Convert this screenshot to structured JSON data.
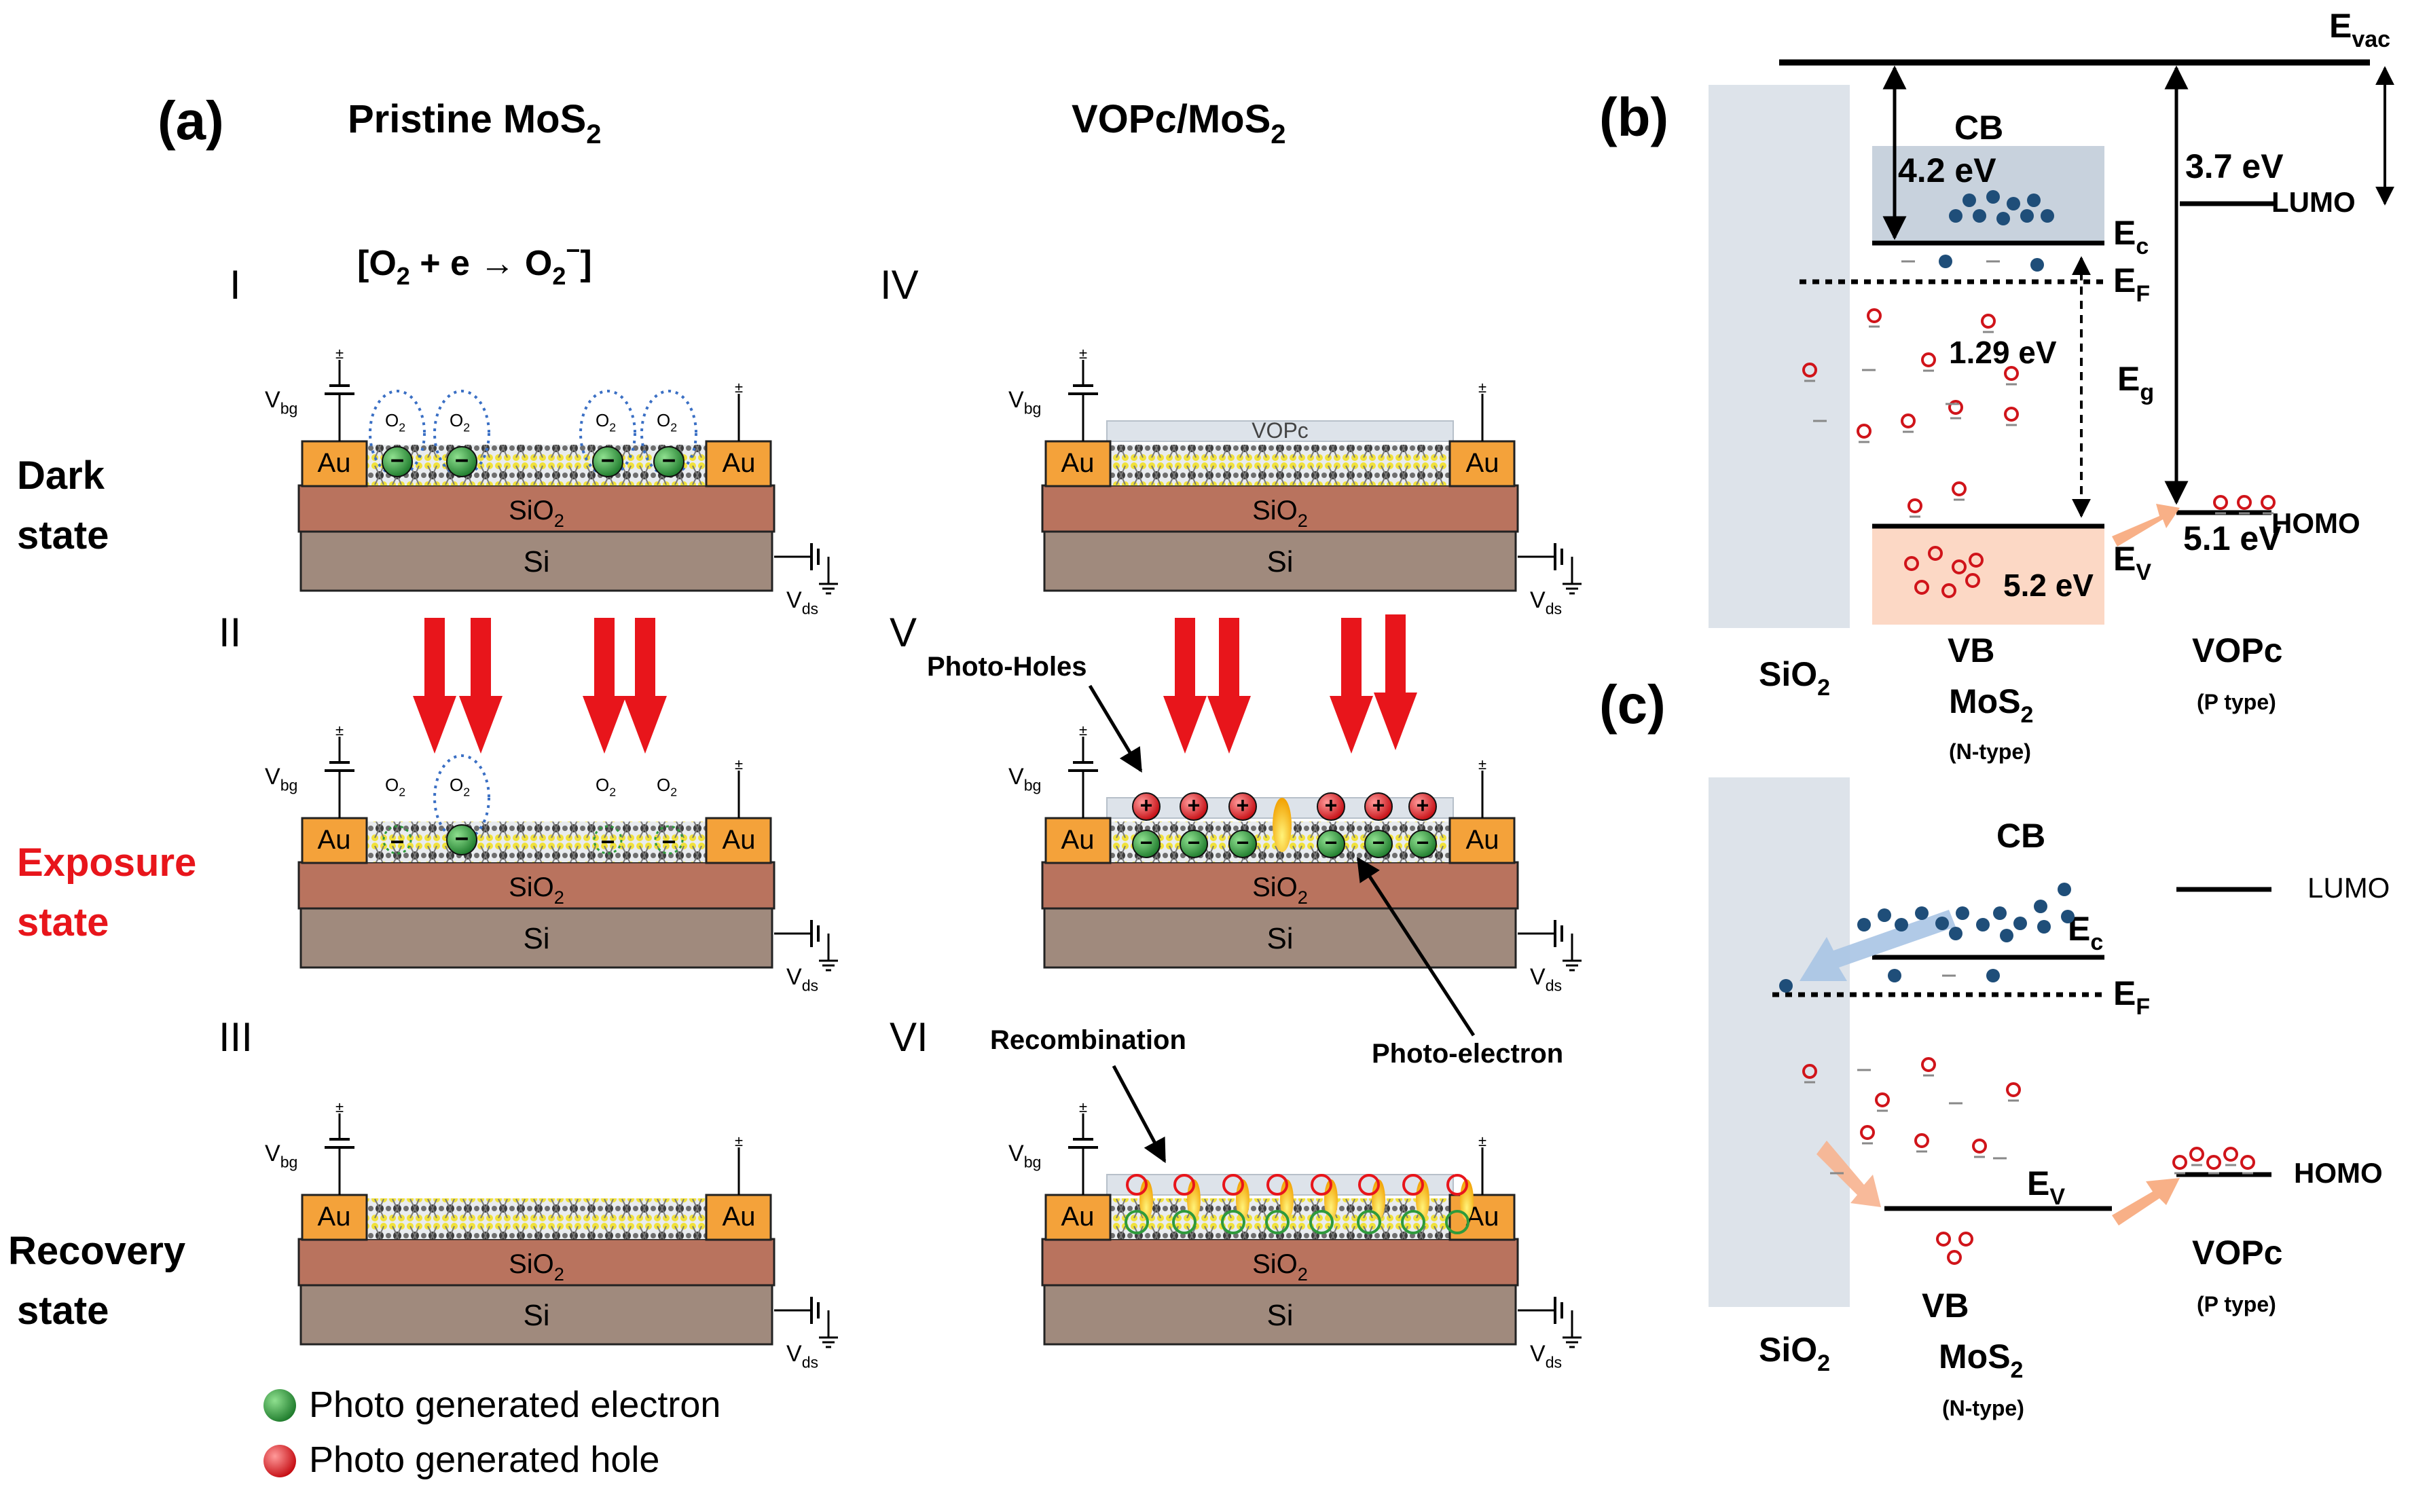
{
  "panel_labels": {
    "a": "(a)",
    "b": "(b)",
    "c": "(c)"
  },
  "column_titles": {
    "pristine": "Pristine MoS",
    "pristine_sub": "2",
    "vopc": "VOPc/MoS",
    "vopc_sub": "2"
  },
  "equation": {
    "open": "[O",
    "sub1": "2",
    "mid": " + e → O",
    "sub2": "2",
    "sup": "−",
    "close": "]"
  },
  "roman": [
    "I",
    "II",
    "III",
    "IV",
    "V",
    "VI"
  ],
  "states": {
    "dark": [
      "Dark",
      "state"
    ],
    "exposure": [
      "Exposure",
      "state"
    ],
    "recovery": [
      "Recovery",
      "state"
    ]
  },
  "device": {
    "au": "Au",
    "sio2": "SiO",
    "sio2_sub": "2",
    "si": "Si",
    "vbg": "V",
    "vbg_sub": "bg",
    "vds": "V",
    "vds_sub": "ds",
    "vopc_layer": "VOPc",
    "o2": "O",
    "o2_sub": "2"
  },
  "annotations": {
    "photo_holes": "Photo-Holes",
    "photo_electron": "Photo-electron",
    "recombination": "Recombination"
  },
  "legend": {
    "electron": "Photo generated electron",
    "hole": "Photo generated hole"
  },
  "band_b": {
    "evac": "E",
    "evac_sub": "vac",
    "cb": "CB",
    "gap_cb": "4.2 eV",
    "ec": "E",
    "ec_sub": "c",
    "ef": "E",
    "ef_sub": "F",
    "bandgap": "1.29 eV",
    "eg": "E",
    "eg_sub": "g",
    "ev": "E",
    "ev_sub": "V",
    "vb_val": "5.2 eV",
    "lumo_gap": "3.7 eV",
    "lumo": "LUMO",
    "homo_val": "5.1 eV",
    "homo": "HOMO",
    "sio2": "SiO",
    "sio2_sub": "2",
    "vb": "VB",
    "mos2": "MoS",
    "mos2_sub": "2",
    "ntype": "(N-type)",
    "vopc": "VOPc",
    "ptype": "(P type)"
  },
  "band_c": {
    "cb": "CB",
    "ec": "E",
    "ec_sub": "c",
    "ef": "E",
    "ef_sub": "F",
    "ev": "E",
    "ev_sub": "V",
    "lumo": "LUMO",
    "homo": "HOMO",
    "sio2": "SiO",
    "sio2_sub": "2",
    "vb": "VB",
    "mos2": "MoS",
    "mos2_sub": "2",
    "ntype": "(N-type)",
    "vopc": "VOPc",
    "ptype": "(P type)"
  },
  "colors": {
    "au": "#f4a23a",
    "sio2": "#b9735e",
    "si": "#a08a7d",
    "red": "#e8151b",
    "electron": "#2e9a3c",
    "hole": "#e8151b",
    "cb_fill": "#c8d2dd",
    "vb_fill": "#fcd8c5",
    "sio2_band": "#dde3ea",
    "navy": "#1f4e79"
  }
}
